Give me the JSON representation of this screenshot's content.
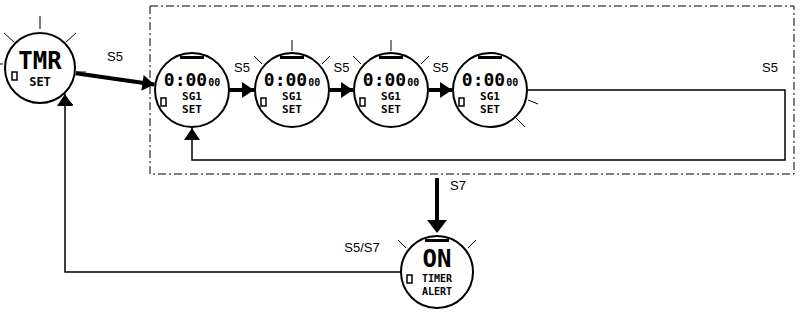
{
  "diagram": {
    "nodes": [
      {
        "text": [
          "TMR",
          "SET"
        ]
      },
      {
        "text": [
          "0:00",
          "00",
          "SG1",
          "SET"
        ]
      },
      {
        "text": [
          "0:00",
          "00",
          "SG1",
          "SET"
        ]
      },
      {
        "text": [
          "0:00",
          "00",
          "SG1",
          "SET"
        ]
      },
      {
        "text": [
          "0:00",
          "00",
          "SG1",
          "SET"
        ]
      },
      {
        "text": [
          "ON",
          "TIMER",
          "ALERT"
        ]
      }
    ],
    "edges": [
      {
        "from": 0,
        "to": 1,
        "label": "S5",
        "arrow": "to"
      },
      {
        "from": 1,
        "to": 2,
        "label": "S5",
        "arrow": "to"
      },
      {
        "from": 2,
        "to": 3,
        "label": "S5",
        "arrow": "to"
      },
      {
        "from": 3,
        "to": 4,
        "label": "S5",
        "arrow": "to"
      },
      {
        "from": 4,
        "to": 1,
        "label": "S5",
        "arrow": "to"
      },
      {
        "from": 5,
        "to": 0,
        "label": "S5/S7",
        "arrow": "to"
      }
    ],
    "labels": [
      "S7"
    ]
  }
}
